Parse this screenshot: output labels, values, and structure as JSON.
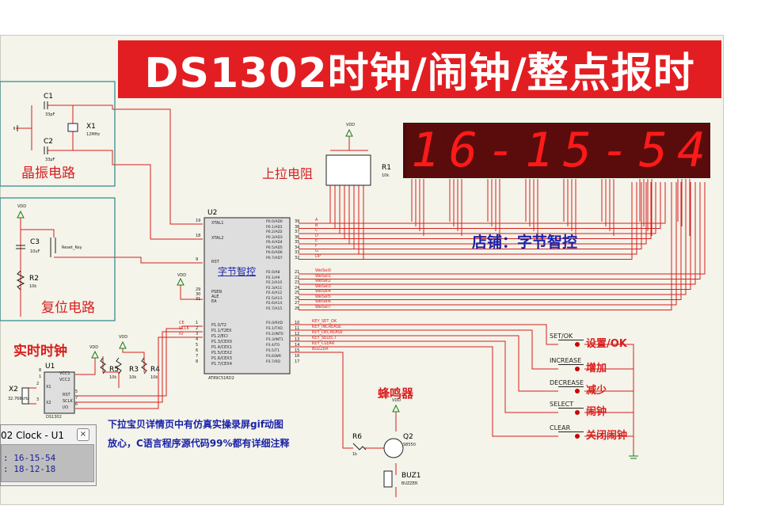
{
  "title": "DS1302时钟/闹钟/整点报时",
  "display": {
    "digits": [
      "1",
      "6",
      "-",
      "1",
      "5",
      "-",
      "5",
      "4"
    ]
  },
  "labels": {
    "crystal_section": "晶振电路",
    "reset_section": "复位电路",
    "rtc_section": "实时时钟",
    "pullup_section": "上拉电阻",
    "buzzer_section": "蜂鸣器",
    "shop": "店铺：字节智控",
    "note_line1": "下拉宝贝详情页中有仿真实操录屏gif动图",
    "note_line2": "放心，C语言程序源代码99%都有详细注释",
    "mcu_brand": "字节智控"
  },
  "buttons": [
    {
      "name": "SET/OK",
      "desc": "设置/OK"
    },
    {
      "name": "INCREASE",
      "desc": "增加"
    },
    {
      "name": "DECREASE",
      "desc": "减少"
    },
    {
      "name": "SELECT",
      "desc": "闹钟"
    },
    {
      "name": "CLEAR",
      "desc": "关闭闹钟"
    }
  ],
  "components": {
    "c1": "C1",
    "c1_val": "33pF",
    "c2": "C2",
    "c2_val": "33pF",
    "x1": "X1",
    "x1_val": "12MHz",
    "c3": "C3",
    "c3_val": "10uF",
    "r2": "R2",
    "r2_val": "10k",
    "reset_key": "Reset_Key",
    "r1": "R1",
    "r1_val": "10k",
    "u2": "U2",
    "u2_part": "AT89C51RD2",
    "u1": "U1",
    "u1_part": "DS1302",
    "x2": "X2",
    "x2_val": "32.768kHz",
    "r3": "R3",
    "r4": "R4",
    "r5": "R5",
    "r_val": "10k",
    "r6": "R6",
    "r6_val": "1k",
    "q2": "Q2",
    "q2_part": "S8550",
    "buz1": "BUZ1",
    "buz1_part": "BUZZER",
    "vdd": "VDD"
  },
  "mcu_pins_left": [
    {
      "num": "19",
      "name": "XTAL1"
    },
    {
      "num": "18",
      "name": "XTAL2"
    },
    {
      "num": "9",
      "name": "RST"
    },
    {
      "num": "29",
      "name": "PSEN"
    },
    {
      "num": "30",
      "name": "ALE"
    },
    {
      "num": "31",
      "name": "EA"
    },
    {
      "num": "1",
      "name": "P1.0/T2"
    },
    {
      "num": "2",
      "name": "P1.1/T2EX"
    },
    {
      "num": "3",
      "name": "P1.2/ECI"
    },
    {
      "num": "4",
      "name": "P1.3/CEX0"
    },
    {
      "num": "5",
      "name": "P1.4/CEX1"
    },
    {
      "num": "6",
      "name": "P1.5/CEX2"
    },
    {
      "num": "7",
      "name": "P1.6/CEX3"
    },
    {
      "num": "8",
      "name": "P1.7/CEX4"
    }
  ],
  "mcu_pins_right": [
    {
      "num": "39",
      "name": "P0.0/AD0"
    },
    {
      "num": "38",
      "name": "P0.1/AD1"
    },
    {
      "num": "37",
      "name": "P0.2/AD2"
    },
    {
      "num": "36",
      "name": "P0.3/AD3"
    },
    {
      "num": "35",
      "name": "P0.4/AD4"
    },
    {
      "num": "34",
      "name": "P0.5/AD5"
    },
    {
      "num": "33",
      "name": "P0.6/AD6"
    },
    {
      "num": "32",
      "name": "P0.7/AD7"
    },
    {
      "num": "21",
      "name": "P2.0/A8"
    },
    {
      "num": "22",
      "name": "P2.1/A9"
    },
    {
      "num": "23",
      "name": "P2.2/A10"
    },
    {
      "num": "24",
      "name": "P2.3/A11"
    },
    {
      "num": "25",
      "name": "P2.4/A12"
    },
    {
      "num": "26",
      "name": "P2.5/A13"
    },
    {
      "num": "27",
      "name": "P2.6/A14"
    },
    {
      "num": "28",
      "name": "P2.7/A15"
    },
    {
      "num": "10",
      "name": "P3.0/RXD"
    },
    {
      "num": "11",
      "name": "P3.1/TXD"
    },
    {
      "num": "12",
      "name": "P3.2/INT0"
    },
    {
      "num": "13",
      "name": "P3.3/INT1"
    },
    {
      "num": "14",
      "name": "P3.4/T0"
    },
    {
      "num": "15",
      "name": "P3.5/T1"
    },
    {
      "num": "16",
      "name": "P3.6/WR"
    },
    {
      "num": "17",
      "name": "P3.7/RD"
    }
  ],
  "seg_nets": [
    "A",
    "B",
    "C",
    "D",
    "E",
    "F",
    "G",
    "DP"
  ],
  "wei_nets": [
    "WeiSel0",
    "WeiSel1",
    "WeiSel2",
    "WeiSel3",
    "WeiSel4",
    "WeiSel5",
    "WeiSel6",
    "WeiSel7"
  ],
  "key_nets": [
    "KEY_SET_OK",
    "KEY_INCREASE",
    "KEY_DECREASE",
    "KEY_SELECT",
    "KEY_CLEAR",
    "BUZZER"
  ],
  "rtc_nets": [
    "CE",
    "SCLK",
    "IO"
  ],
  "ds1302_pins": [
    {
      "num": "8",
      "name": "VCC1"
    },
    {
      "num": "1",
      "name": "VCC2"
    },
    {
      "num": "5",
      "name": "RST"
    },
    {
      "num": "7",
      "name": "SCLK"
    },
    {
      "num": "6",
      "name": "I/O"
    },
    {
      "num": "2",
      "name": "X1"
    },
    {
      "num": "3",
      "name": "X2"
    }
  ],
  "lcd_window": {
    "title": "02 Clock - U1",
    "close": "×",
    "line1": ": 16-15-54",
    "line2": ": 18-12-18"
  }
}
